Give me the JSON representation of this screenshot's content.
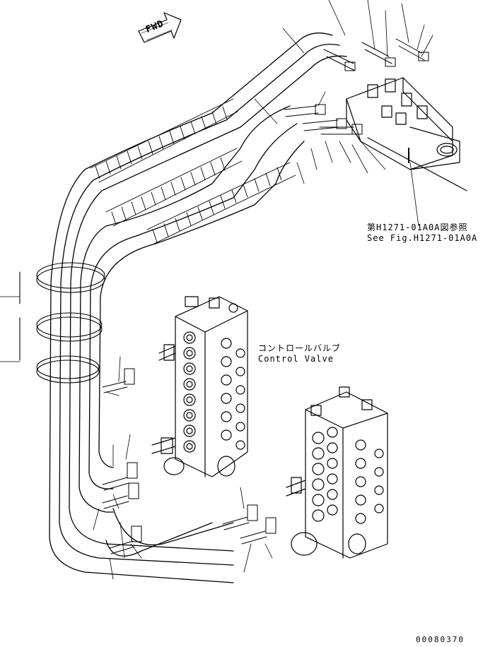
{
  "fwd_label": "FWD",
  "reference": {
    "japanese": "第H1271-01A0A図参照",
    "english": "See Fig.H1271-01A0A"
  },
  "control_valve": {
    "japanese": "コントロールバルブ",
    "english": "Control Valve"
  },
  "drawing_number": "00080370"
}
